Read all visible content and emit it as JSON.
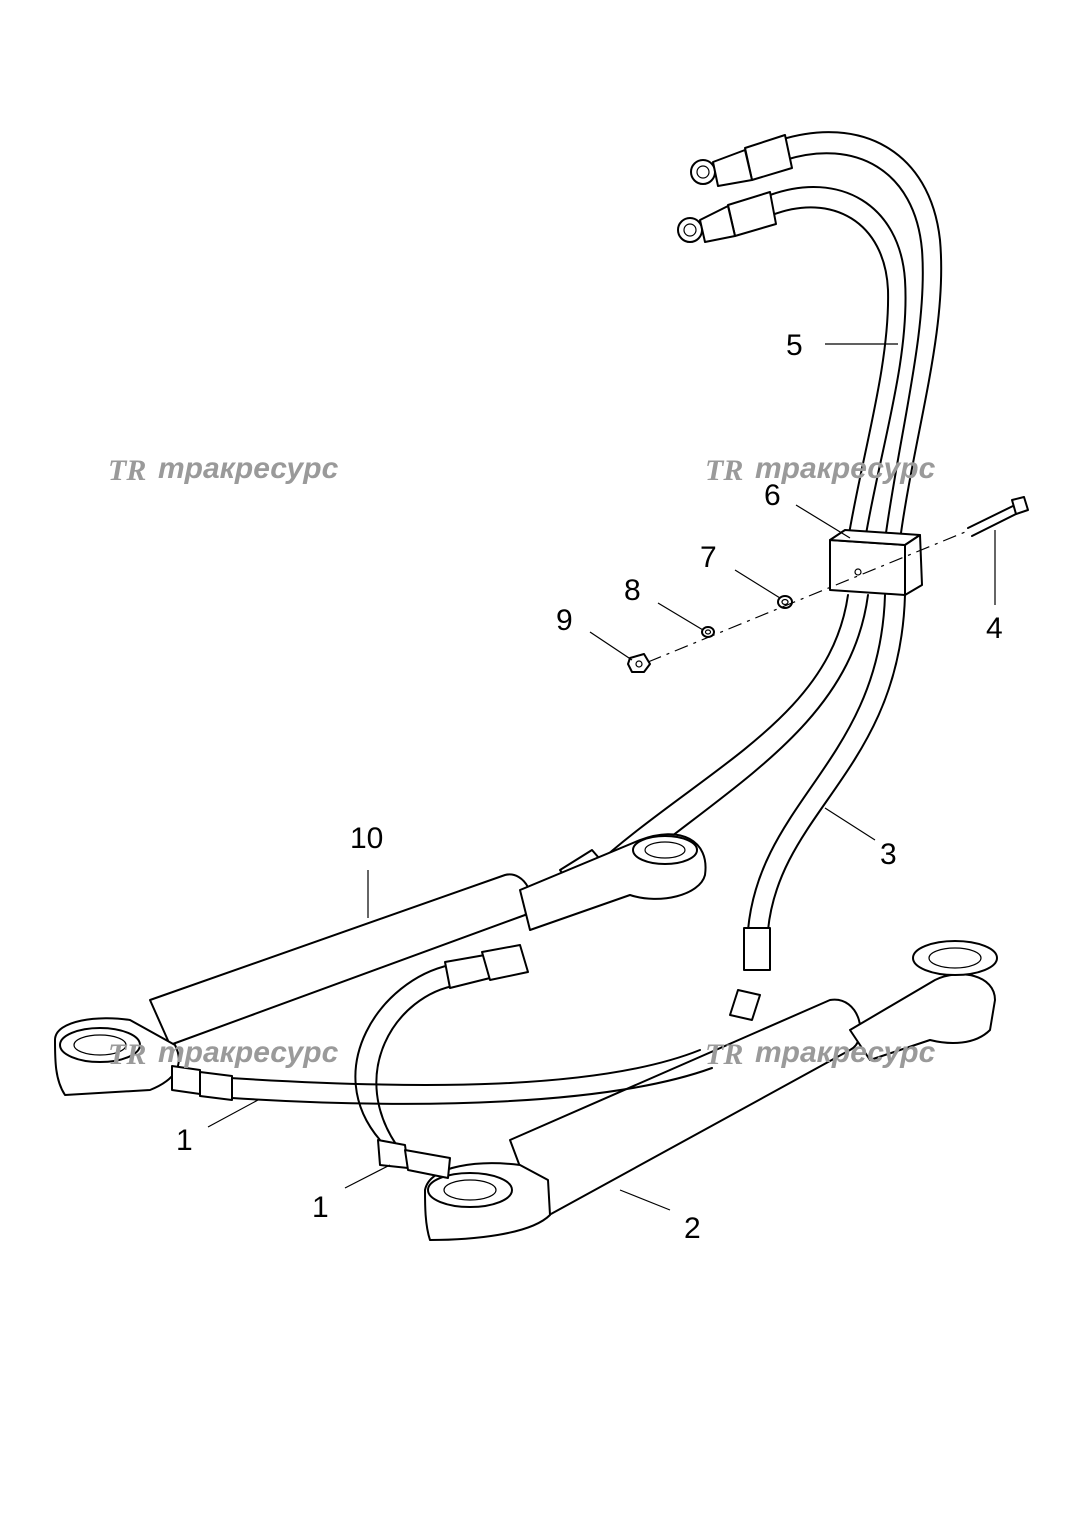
{
  "watermark": {
    "logo": "TR",
    "text": "тракресурс"
  },
  "callouts": [
    {
      "id": "c5",
      "label": "5"
    },
    {
      "id": "c6",
      "label": "6"
    },
    {
      "id": "c7",
      "label": "7"
    },
    {
      "id": "c8",
      "label": "8"
    },
    {
      "id": "c9",
      "label": "9"
    },
    {
      "id": "c4",
      "label": "4"
    },
    {
      "id": "c10",
      "label": "10"
    },
    {
      "id": "c3",
      "label": "3"
    },
    {
      "id": "c1a",
      "label": "1"
    },
    {
      "id": "c1b",
      "label": "1"
    },
    {
      "id": "c2",
      "label": "2"
    }
  ]
}
